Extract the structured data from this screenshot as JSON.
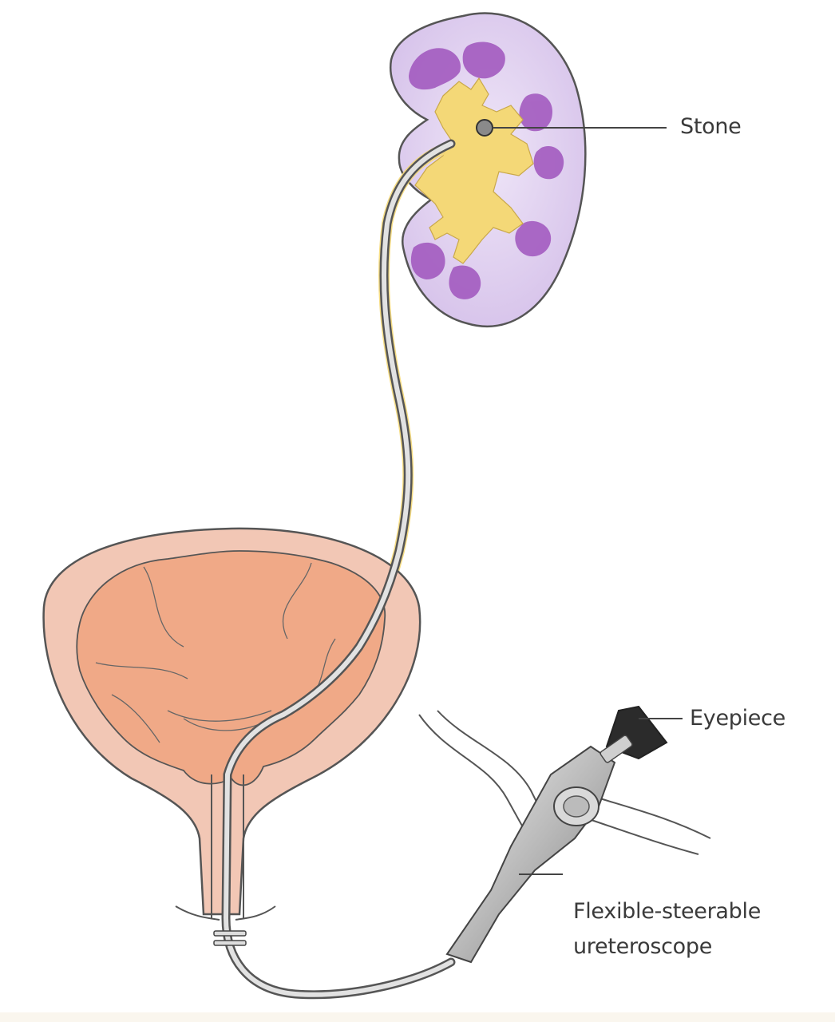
{
  "labels": {
    "stone": "Stone",
    "eyepiece": "Eyepiece",
    "scope_line1": "Flexible-steerable",
    "scope_line2": "ureteroscope"
  },
  "colors": {
    "kidney_fill": "#dccbee",
    "kidney_outline": "#555555",
    "calyx_purple": "#a35bc0",
    "pelvis_yellow": "#f4d877",
    "bladder_outer": "#f2c7b5",
    "bladder_inner": "#f0a987",
    "scope_gray": "#cccccc",
    "line": "#444444"
  }
}
